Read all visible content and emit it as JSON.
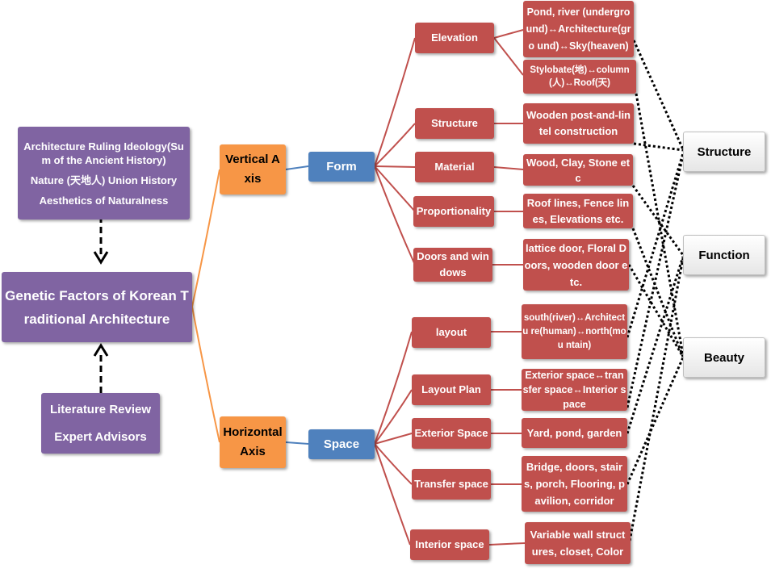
{
  "colors": {
    "purple": "#8064a2",
    "orange": "#f79646",
    "blue": "#4f81bd",
    "red": "#c0504d",
    "line_orange": "#f79646",
    "line_blue": "#4f81bd",
    "line_red": "#c0504d"
  },
  "sources": {
    "ideology": [
      "Architecture Ruling Ideology(Su m of the Ancient History)",
      "Nature (天地人) Union History",
      "Aesthetics of Naturalness"
    ],
    "genetic": "Genetic Factors of Korean Traditional Architecture",
    "literature": [
      "Literature Review",
      "Expert Advisors"
    ]
  },
  "axes": {
    "vertical": "Vertical A xis",
    "horizontal": "Horizontal Axis"
  },
  "groups": {
    "form": "Form",
    "space": "Space"
  },
  "form_items": {
    "elevation": "Elevation",
    "structure": "Structure",
    "material": "Material",
    "proportionality": "Proportionality",
    "doors": "Doors and win dows"
  },
  "form_details": {
    "pond": "Pond, river (undergro und)↔Architecture(gro und)↔Sky(heaven)",
    "stylobate": "Stylobate(地)↔column (人)↔Roof(天)",
    "wooden": "Wooden post-and-lin tel construction",
    "wood": "Wood, Clay, Stone et c",
    "roof": "Roof lines, Fence lin es, Elevations etc.",
    "lattice": "lattice door, Floral D oors, wooden door etc."
  },
  "space_items": {
    "layout": "layout",
    "layout_plan": "Layout Plan",
    "exterior": "Exterior Space",
    "transfer": "Transfer space",
    "interior": "Interior space"
  },
  "space_details": {
    "south": "south(river)↔Architectu re(human)↔north(mou ntain)",
    "exterior_flow": "Exterior space↔tran sfer space↔Interior space",
    "yard": "Yard, pond, garden",
    "bridge": "Bridge, doors, stair s, porch, Flooring, pavilion, corridor",
    "variable": "Variable wall struct ures, closet, Color"
  },
  "outcomes": {
    "structure": "Structure",
    "function": "Function",
    "beauty": "Beauty"
  }
}
